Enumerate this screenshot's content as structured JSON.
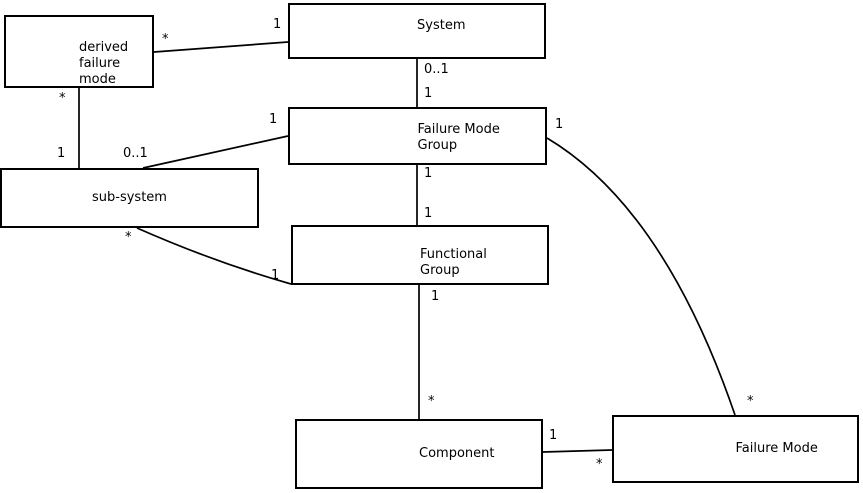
{
  "colors": {
    "background": "#ffffff",
    "box_fill": "#ffffff",
    "box_border": "#000000",
    "line": "#000000",
    "text": "#000000"
  },
  "nodes": [
    {
      "id": "derived-failure-mode",
      "label": "derived\nfailure\nmode"
    },
    {
      "id": "system",
      "label": "System"
    },
    {
      "id": "failure-mode-group",
      "label": "Failure Mode\nGroup"
    },
    {
      "id": "sub-system",
      "label": "sub-system"
    },
    {
      "id": "functional-group",
      "label": "Functional\nGroup"
    },
    {
      "id": "component",
      "label": "Component"
    },
    {
      "id": "failure-mode",
      "label": "Failure Mode"
    }
  ],
  "edges": [
    {
      "from": "system",
      "to": "derived-failure-mode",
      "from_label": "1",
      "to_label": "*"
    },
    {
      "from": "system",
      "to": "failure-mode-group",
      "from_label": "0..1",
      "to_label": "1"
    },
    {
      "from": "failure-mode-group",
      "to": "sub-system",
      "from_label": "1",
      "to_label": "0..1"
    },
    {
      "from": "derived-failure-mode",
      "to": "sub-system",
      "from_label": "*",
      "to_label": "1"
    },
    {
      "from": "sub-system",
      "to": "functional-group",
      "from_label": "*",
      "to_label": "1"
    },
    {
      "from": "failure-mode-group",
      "to": "functional-group",
      "from_label": "1",
      "to_label": "1"
    },
    {
      "from": "functional-group",
      "to": "component",
      "from_label": "1",
      "to_label": "*"
    },
    {
      "from": "component",
      "to": "failure-mode",
      "from_label": "1",
      "to_label": "*"
    },
    {
      "from": "failure-mode-group",
      "to": "failure-mode",
      "from_label": "1",
      "to_label": "*"
    }
  ]
}
